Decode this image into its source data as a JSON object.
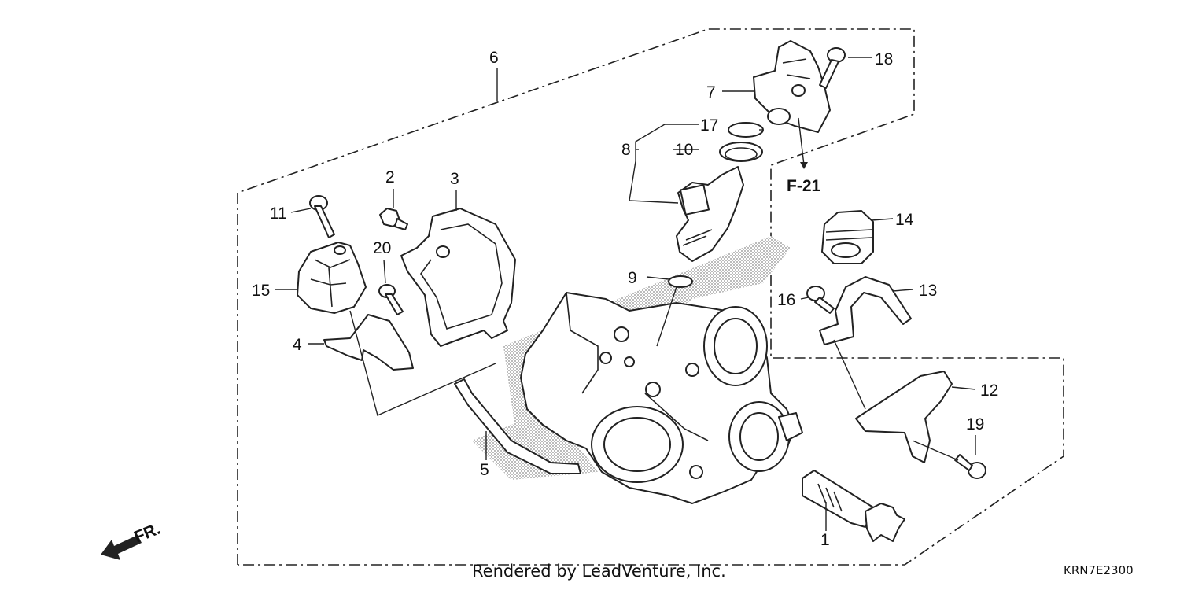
{
  "callouts": [
    {
      "id": "1",
      "label": "1"
    },
    {
      "id": "2",
      "label": "2"
    },
    {
      "id": "3",
      "label": "3"
    },
    {
      "id": "4",
      "label": "4"
    },
    {
      "id": "5",
      "label": "5"
    },
    {
      "id": "6",
      "label": "6"
    },
    {
      "id": "7",
      "label": "7"
    },
    {
      "id": "8",
      "label": "8"
    },
    {
      "id": "9",
      "label": "9"
    },
    {
      "id": "10",
      "label": "10"
    },
    {
      "id": "11",
      "label": "11"
    },
    {
      "id": "12",
      "label": "12"
    },
    {
      "id": "13",
      "label": "13"
    },
    {
      "id": "14",
      "label": "14"
    },
    {
      "id": "15",
      "label": "15"
    },
    {
      "id": "16",
      "label": "16"
    },
    {
      "id": "17",
      "label": "17"
    },
    {
      "id": "18",
      "label": "18"
    },
    {
      "id": "19",
      "label": "19"
    },
    {
      "id": "20",
      "label": "20"
    }
  ],
  "reference": "F-21",
  "front_marker": "FR.",
  "credit": "Rendered by LeadVenture, Inc.",
  "diagram_code": "KRN7E2300",
  "colors": {
    "ink": "#222222",
    "background": "#ffffff",
    "shade": "#9a9a9a"
  }
}
